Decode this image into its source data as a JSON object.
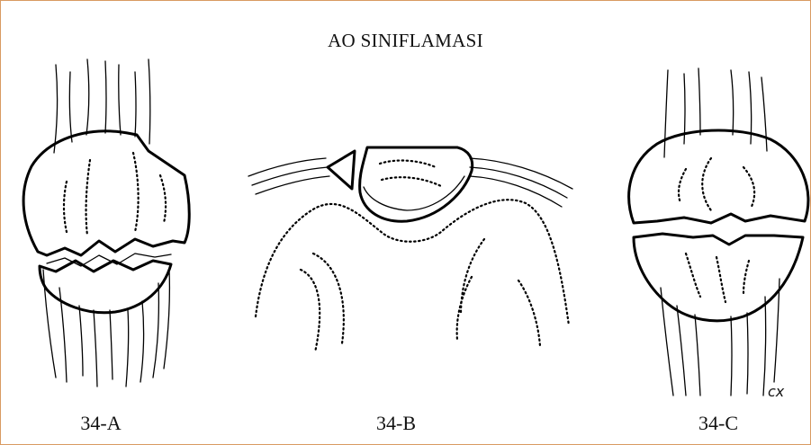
{
  "title": "AO SINIFLAMASI",
  "panels": [
    {
      "label": "34-A"
    },
    {
      "label": "34-B"
    },
    {
      "label": "34-C"
    }
  ],
  "signature": "cx"
}
